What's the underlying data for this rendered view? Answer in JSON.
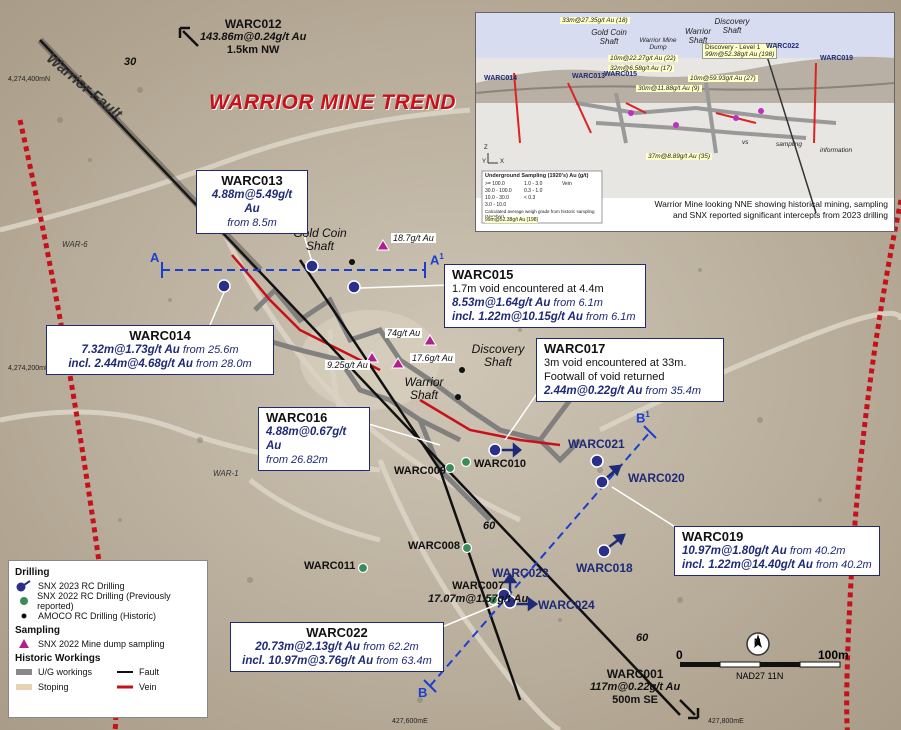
{
  "title": "WARRIOR MINE TREND",
  "fault_label": "Warrior Fault",
  "colors": {
    "drill_2023": "#2a2f8a",
    "drill_2022": "#3a8a5a",
    "vein": "#c8101a",
    "fault": "#111111",
    "section": "#1a3fd0",
    "sampling": "#b0208c"
  },
  "top_hole": {
    "id": "WARC012",
    "result": "143.86m@0.24g/t Au",
    "distance": "1.5km NW"
  },
  "bottom_hole": {
    "id": "WARC001",
    "result": "117m@0.22g/t Au",
    "distance": "500m SE"
  },
  "grid": {
    "n1": "4,274,400mN",
    "n2": "4,274,200mN",
    "e1": "427,600mE",
    "e2": "427,800mE"
  },
  "dips": {
    "d1": "30",
    "d2": "60",
    "d3": "60"
  },
  "sections": {
    "a": "A",
    "a1": "A",
    "a1_sup": "1",
    "b": "B",
    "b1": "B",
    "b1_sup": "1"
  },
  "workings": {
    "gold_coin": "Gold Coin Shaft",
    "discovery": "Discovery Shaft",
    "warrior": "Warrior Shaft",
    "war6": "WAR-6",
    "war1": "WAR-1"
  },
  "samples": [
    "18.7g/t Au",
    "74g/t Au",
    "17.6g/t Au",
    "9.25g/t Au"
  ],
  "holes": {
    "warc013": {
      "id": "WARC013",
      "line1": "4.88m@5.49g/t Au",
      "line2": "from 8.5m"
    },
    "warc014": {
      "id": "WARC014",
      "line1": "7.32m@1.73g/t Au",
      "line1b": "from 25.6m",
      "line2": "incl. 2.44m@4.68g/t Au",
      "line2b": "from 28.0m"
    },
    "warc015": {
      "id": "WARC015",
      "line0": "1.7m void encountered at 4.4m",
      "line1": "8.53m@1.64g/t Au",
      "line1b": "from 6.1m",
      "line2": "incl. 1.22m@10.15g/t Au",
      "line2b": "from 6.1m"
    },
    "warc016": {
      "id": "WARC016",
      "line1": "4.88m@0.67g/t Au",
      "line2": "from 26.82m"
    },
    "warc017": {
      "id": "WARC017",
      "line0": "3m void encountered at 33m.",
      "line0b": "Footwall of void returned",
      "line1": "2.44m@0.22g/t Au",
      "line1b": "from 35.4m"
    },
    "warc019": {
      "id": "WARC019",
      "line1": "10.97m@1.80g/t Au",
      "line1b": "from 40.2m",
      "line2": "incl. 1.22m@14.40g/t Au",
      "line2b": "from 40.2m"
    },
    "warc022": {
      "id": "WARC022",
      "line1": "20.73m@2.13g/t Au",
      "line1b": "from 62.2m",
      "line2": "incl. 10.97m@3.76g/t Au",
      "line2b": "from 63.4m"
    },
    "warc007": {
      "id": "WARC007",
      "line1": "17.07m@1.57g/t Au"
    }
  },
  "point_labels": {
    "warc009": "WARC009",
    "warc010": "WARC010",
    "warc021": "WARC021",
    "warc020": "WARC020",
    "warc008": "WARC008",
    "warc018": "WARC018",
    "warc011": "WARC011",
    "warc023": "WARC023",
    "warc024": "WARC024"
  },
  "legend": {
    "drilling": "Drilling",
    "snx2023": "SNX 2023 RC Drilling",
    "snx2022": "SNX 2022 RC Drilling (Previously reported)",
    "amoco": "AMOCO RC Drilling (Historic)",
    "sampling": "Sampling",
    "dump": "SNX 2022 Mine dump sampling",
    "historic": "Historic Workings",
    "ug": "U/G workings",
    "fault": "Fault",
    "stoping": "Stoping",
    "vein": "Vein"
  },
  "scale": {
    "zero": "0",
    "max": "100m",
    "datum": "NAD27 11N",
    "north": "N"
  },
  "inset": {
    "caption_1": "Warrior Mine looking NNE showing historical mining, sampling",
    "caption_2": "and SNX reported significant intercepts from 2023 drilling",
    "shafts": {
      "gold_coin": "Gold Coin Shaft",
      "warrior_dump": "Warrior Mine Dump",
      "warrior": "Warrior Shaft",
      "discovery": "Discovery Shaft"
    },
    "holes": [
      "WARC014",
      "WARC013",
      "WARC015",
      "WARC022",
      "WARC019"
    ],
    "callouts": [
      "33m@27.35g/t Au (18)",
      "10m@22.27g/t Au (22)",
      "32m@6.58g/t Au (17)",
      "10m@59.93g/t Au (27)",
      "30m@11.88g/t Au (9)",
      "37m@8.89g/t Au (35)"
    ],
    "level_label_1": "Discovery - Level 1",
    "level_label_2": "99m@52.38g/t Au (198)",
    "road_labels": [
      "sampling",
      "information",
      "vs"
    ],
    "axis": {
      "x": "X",
      "y": "Y",
      "z": "Z"
    },
    "legend_title": "Underground Sampling (1920's) Au (g/t)",
    "legend_items": [
      ">= 100.0",
      "30.0 - 100.0",
      "10.0 - 30.0",
      "3.0 - 10.0",
      "1.0 - 3.0",
      "0.3 - 1.0",
      "< 0.3",
      "Vein"
    ],
    "legend_note": "Calculated average weigh grade from historic sampling (Number)",
    "legend_example": "99m@52.38g/t Au (198)"
  }
}
